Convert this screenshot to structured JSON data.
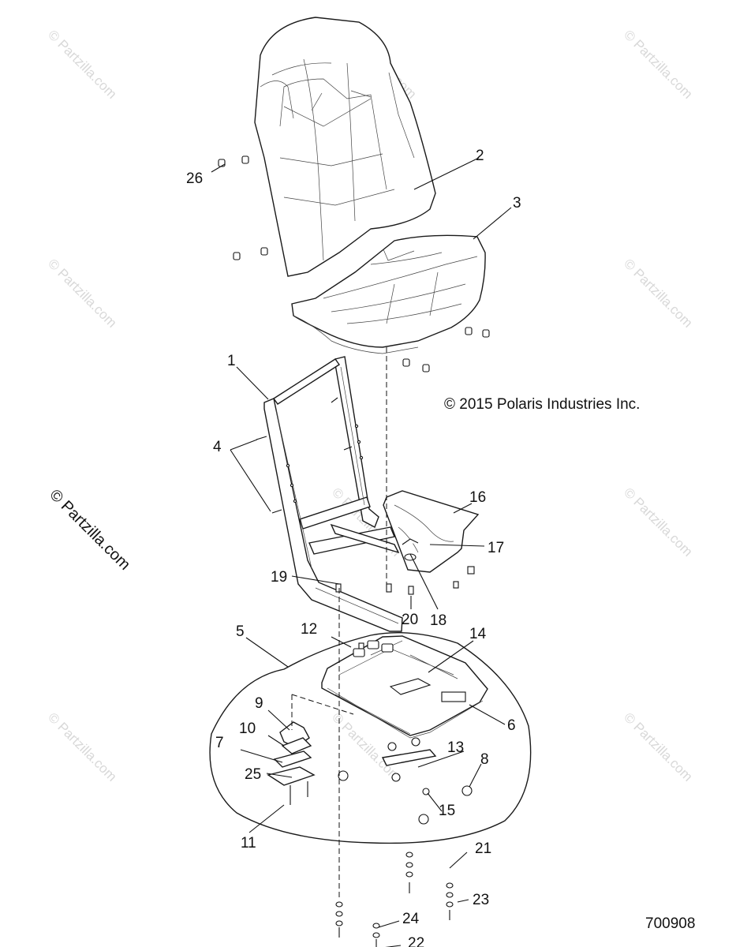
{
  "copyright": "© 2015 Polaris Industries Inc.",
  "diagram_code": "700908",
  "side_watermark": "© Partzilla.com",
  "watermark": "© Partzilla.com",
  "callouts": [
    {
      "id": "1",
      "label": "1"
    },
    {
      "id": "2",
      "label": "2"
    },
    {
      "id": "3",
      "label": "3"
    },
    {
      "id": "4",
      "label": "4"
    },
    {
      "id": "5",
      "label": "5"
    },
    {
      "id": "6",
      "label": "6"
    },
    {
      "id": "7",
      "label": "7"
    },
    {
      "id": "8",
      "label": "8"
    },
    {
      "id": "9",
      "label": "9"
    },
    {
      "id": "10",
      "label": "10"
    },
    {
      "id": "11",
      "label": "11"
    },
    {
      "id": "12",
      "label": "12"
    },
    {
      "id": "13",
      "label": "13"
    },
    {
      "id": "14",
      "label": "14"
    },
    {
      "id": "15",
      "label": "15"
    },
    {
      "id": "16",
      "label": "16"
    },
    {
      "id": "17",
      "label": "17"
    },
    {
      "id": "18",
      "label": "18"
    },
    {
      "id": "19",
      "label": "19"
    },
    {
      "id": "20",
      "label": "20"
    },
    {
      "id": "21",
      "label": "21"
    },
    {
      "id": "22",
      "label": "22"
    },
    {
      "id": "23",
      "label": "23"
    },
    {
      "id": "24",
      "label": "24"
    },
    {
      "id": "25",
      "label": "25"
    },
    {
      "id": "26",
      "label": "26"
    }
  ]
}
